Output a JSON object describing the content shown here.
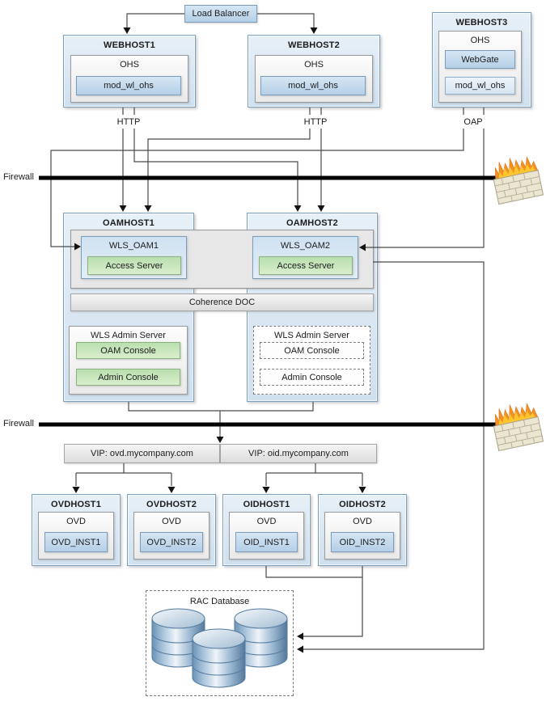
{
  "load_balancer": {
    "label": "Load Balancer"
  },
  "webhost1": {
    "title": "WEBHOST1",
    "server": "OHS",
    "module": "mod_wl_ohs",
    "protocol": "HTTP"
  },
  "webhost2": {
    "title": "WEBHOST2",
    "server": "OHS",
    "module": "mod_wl_ohs",
    "protocol": "HTTP"
  },
  "webhost3": {
    "title": "WEBHOST3",
    "server": "OHS",
    "webgate": "WebGate",
    "module": "mod_wl_ohs",
    "protocol": "OAP"
  },
  "firewall1": {
    "label": "Firewall"
  },
  "firewall2": {
    "label": "Firewall"
  },
  "oamhost1": {
    "title": "OAMHOST1",
    "managed_server": "WLS_OAM1",
    "access_server": "Access Server",
    "admin_server": "WLS Admin Server",
    "oam_console": "OAM Console",
    "admin_console": "Admin Console"
  },
  "oamhost2": {
    "title": "OAMHOST2",
    "managed_server": "WLS_OAM2",
    "access_server": "Access Server",
    "admin_server": "WLS Admin Server",
    "oam_console": "OAM Console",
    "admin_console": "Admin Console"
  },
  "coherence": {
    "label": "Coherence DOC"
  },
  "vip_ovd": {
    "label": "VIP: ovd.mycompany.com"
  },
  "vip_oid": {
    "label": "VIP: oid.mycompany.com"
  },
  "ovdhost1": {
    "title": "OVDHOST1",
    "server": "OVD",
    "instance": "OVD_INST1"
  },
  "ovdhost2": {
    "title": "OVDHOST2",
    "server": "OVD",
    "instance": "OVD_INST2"
  },
  "oidhost1": {
    "title": "OIDHOST1",
    "server": "OVD",
    "instance": "OID_INST1"
  },
  "oidhost2": {
    "title": "OIDHOST2",
    "server": "OVD",
    "instance": "OID_INST2"
  },
  "rac": {
    "title": "RAC Database"
  },
  "icons": {
    "firewall": "firewall-brick-flames-icon",
    "database": "database-cylinders-icon"
  },
  "colors": {
    "host_fill": "#d8e6f3",
    "host_border": "#7d9fbe",
    "item_blue": "#b4cfe7",
    "item_green": "#b9dfae",
    "bar_gray": "#e7e7e7",
    "line": "#4a4a4a",
    "firewall_bar": "#000000",
    "flame_orange": "#f29022"
  }
}
